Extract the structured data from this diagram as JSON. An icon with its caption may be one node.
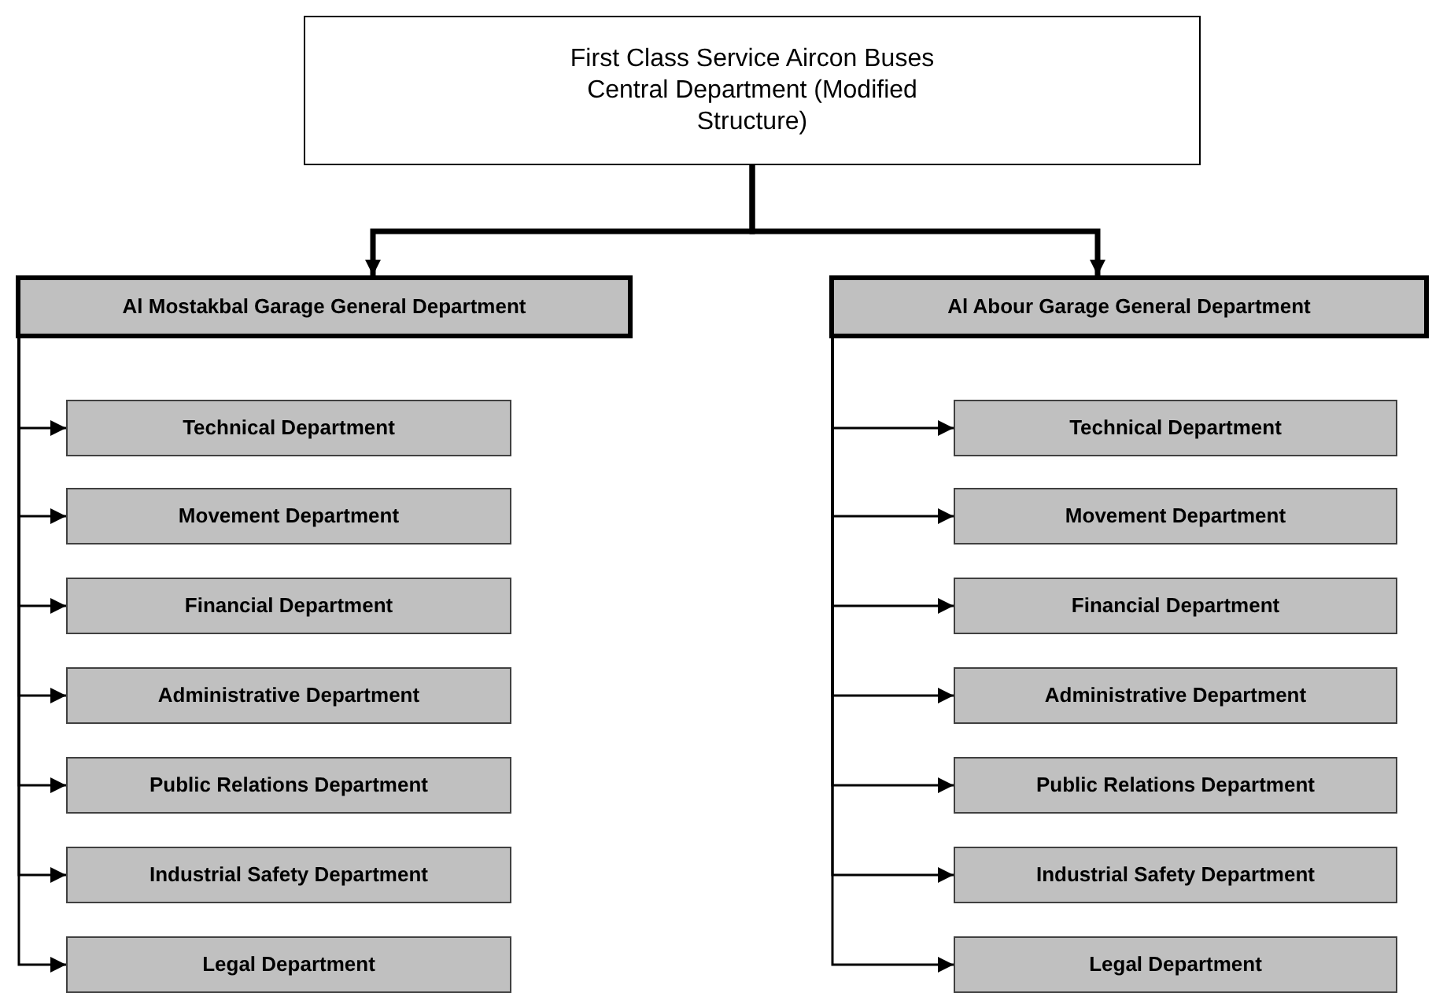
{
  "diagram": {
    "nodes": [
      {
        "text": [
          "First Class Service Aircon Buses Central Department (Modified Structure)"
        ]
      },
      {
        "text": [
          "Al Mostakbal Garage General Department"
        ]
      },
      {
        "text": [
          "Al Abour Garage General Department"
        ]
      },
      {
        "text": [
          "Technical Department"
        ]
      },
      {
        "text": [
          "Movement Department"
        ]
      },
      {
        "text": [
          "Financial Department"
        ]
      },
      {
        "text": [
          "Administrative Department"
        ]
      },
      {
        "text": [
          "Public Relations Department"
        ]
      },
      {
        "text": [
          "Industrial Safety Department"
        ]
      },
      {
        "text": [
          "Legal Department"
        ]
      },
      {
        "text": [
          "Technical Department"
        ]
      },
      {
        "text": [
          "Movement Department"
        ]
      },
      {
        "text": [
          "Financial Department"
        ]
      },
      {
        "text": [
          "Administrative Department"
        ]
      },
      {
        "text": [
          "Public Relations Department"
        ]
      },
      {
        "text": [
          "Industrial Safety Department"
        ]
      },
      {
        "text": [
          "Legal Department"
        ]
      }
    ],
    "edges": [
      {
        "from": 0,
        "to": 1,
        "arrow": "to",
        "style": "thick"
      },
      {
        "from": 0,
        "to": 2,
        "arrow": "to",
        "style": "thick"
      },
      {
        "from": 1,
        "to": 3,
        "arrow": "to"
      },
      {
        "from": 1,
        "to": 4,
        "arrow": "to"
      },
      {
        "from": 1,
        "to": 5,
        "arrow": "to"
      },
      {
        "from": 1,
        "to": 6,
        "arrow": "to"
      },
      {
        "from": 1,
        "to": 7,
        "arrow": "to"
      },
      {
        "from": 1,
        "to": 8,
        "arrow": "to"
      },
      {
        "from": 1,
        "to": 9,
        "arrow": "to"
      },
      {
        "from": 2,
        "to": 10,
        "arrow": "to"
      },
      {
        "from": 2,
        "to": 11,
        "arrow": "to"
      },
      {
        "from": 2,
        "to": 12,
        "arrow": "to"
      },
      {
        "from": 2,
        "to": 13,
        "arrow": "to"
      },
      {
        "from": 2,
        "to": 14,
        "arrow": "to"
      },
      {
        "from": 2,
        "to": 15,
        "arrow": "to"
      },
      {
        "from": 2,
        "to": 16,
        "arrow": "to"
      }
    ]
  }
}
